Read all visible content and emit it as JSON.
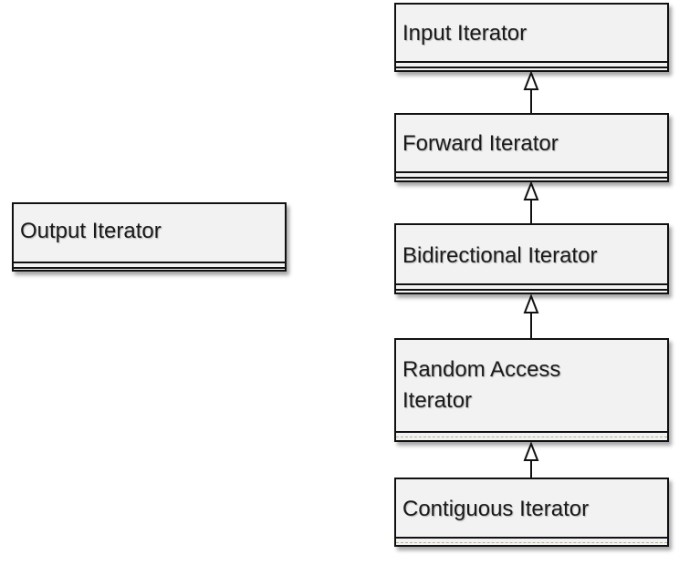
{
  "diagram": {
    "nodes": [
      {
        "id": "output",
        "label": "Output Iterator"
      },
      {
        "id": "input",
        "label": "Input Iterator"
      },
      {
        "id": "forward",
        "label": "Forward Iterator"
      },
      {
        "id": "bidirectional",
        "label": "Bidirectional Iterator"
      },
      {
        "id": "random_access",
        "label": "Random Access Iterator"
      },
      {
        "id": "contiguous",
        "label": "Contiguous Iterator"
      }
    ],
    "edges": [
      {
        "from": "forward",
        "to": "input",
        "type": "generalization"
      },
      {
        "from": "bidirectional",
        "to": "forward",
        "type": "generalization"
      },
      {
        "from": "random_access",
        "to": "bidirectional",
        "type": "generalization"
      },
      {
        "from": "contiguous",
        "to": "random_access",
        "type": "generalization"
      }
    ]
  }
}
